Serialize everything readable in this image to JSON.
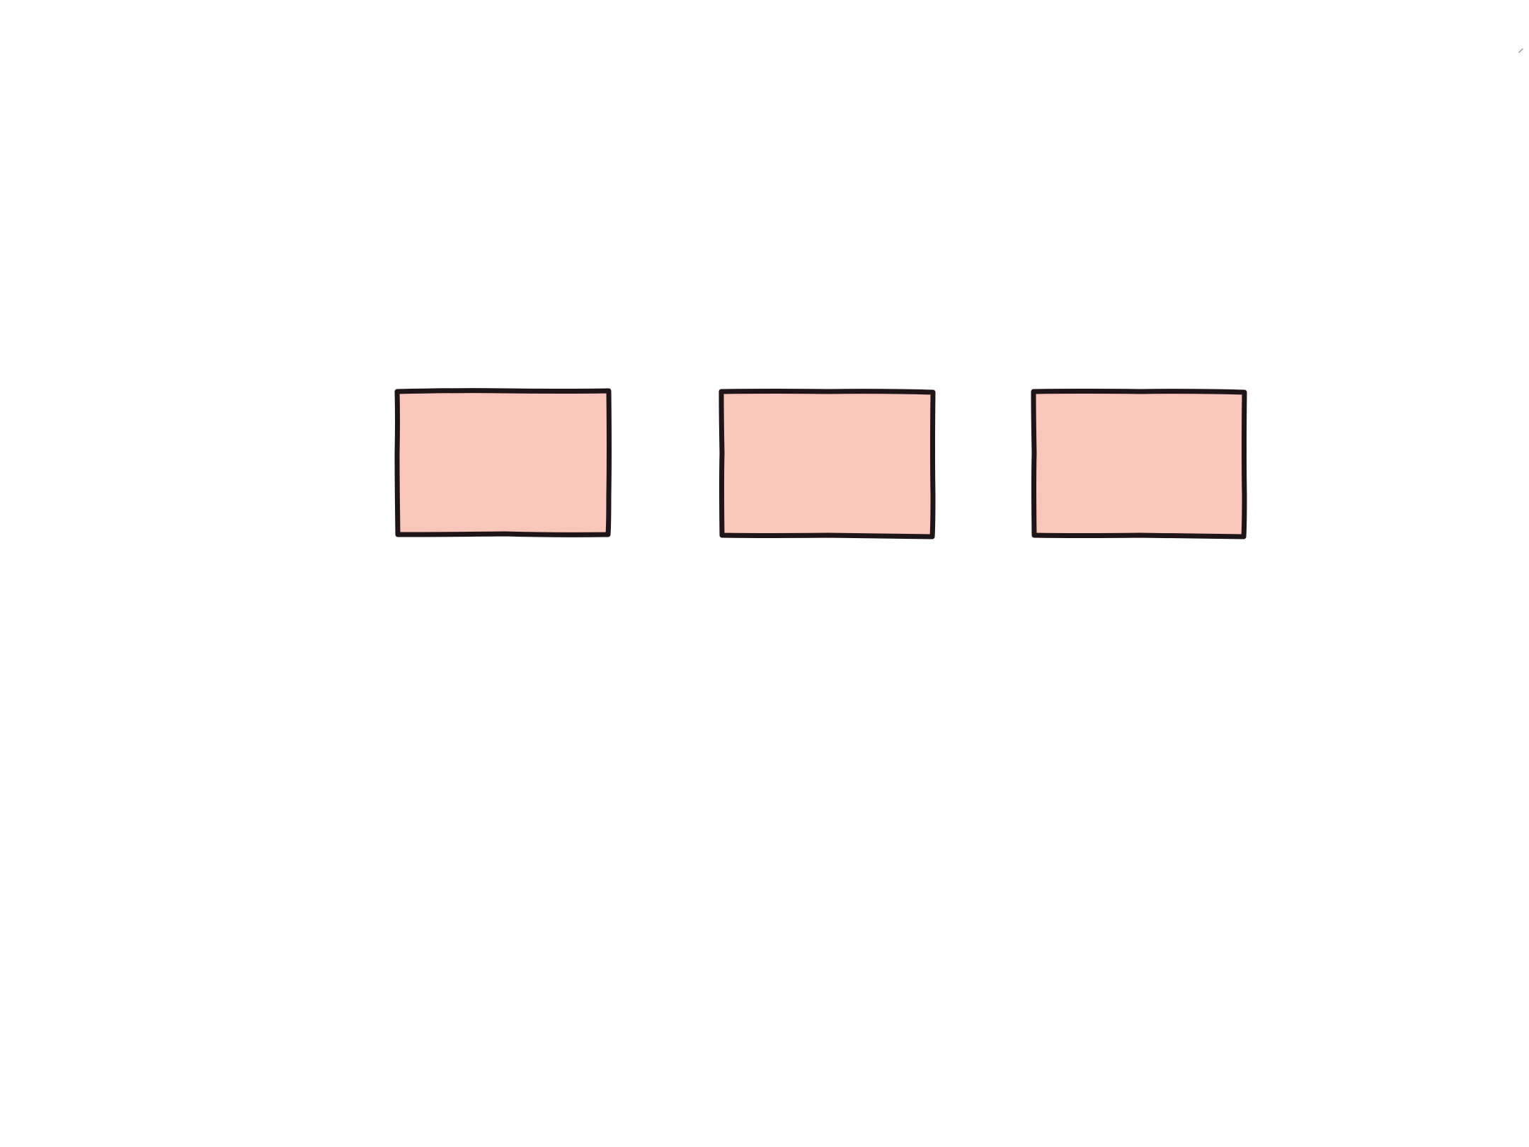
{
  "diagram": {
    "shapes": [
      {
        "kind": "rectangle",
        "fill": "#f8c6ba",
        "stroke": "#1f1417"
      },
      {
        "kind": "rectangle",
        "fill": "#f8c6ba",
        "stroke": "#1f1417"
      },
      {
        "kind": "rectangle",
        "fill": "#f8c6ba",
        "stroke": "#1f1417"
      }
    ],
    "background": "#ffffff"
  }
}
